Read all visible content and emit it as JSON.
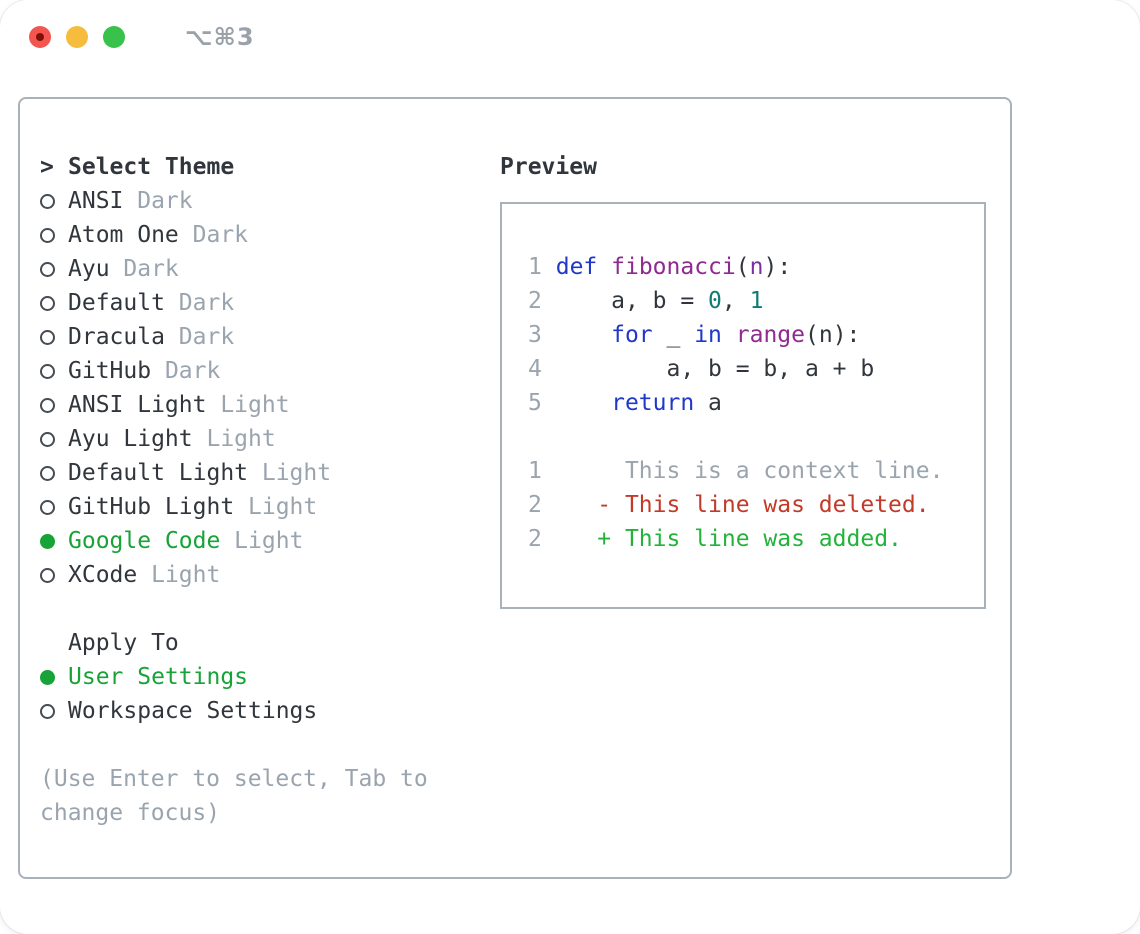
{
  "window": {
    "title": "⌥⌘3"
  },
  "theme_picker": {
    "header": {
      "prefix": ">",
      "label": "Select Theme"
    },
    "themes": [
      {
        "name": "ANSI",
        "variant": "Dark",
        "selected": false
      },
      {
        "name": "Atom One",
        "variant": "Dark",
        "selected": false
      },
      {
        "name": "Ayu",
        "variant": "Dark",
        "selected": false
      },
      {
        "name": "Default",
        "variant": "Dark",
        "selected": false
      },
      {
        "name": "Dracula",
        "variant": "Dark",
        "selected": false
      },
      {
        "name": "GitHub",
        "variant": "Dark",
        "selected": false
      },
      {
        "name": "ANSI Light",
        "variant": "Light",
        "selected": false
      },
      {
        "name": "Ayu Light",
        "variant": "Light",
        "selected": false
      },
      {
        "name": "Default Light",
        "variant": "Light",
        "selected": false
      },
      {
        "name": "GitHub Light",
        "variant": "Light",
        "selected": false
      },
      {
        "name": "Google Code",
        "variant": "Light",
        "selected": true
      },
      {
        "name": "XCode",
        "variant": "Light",
        "selected": false
      }
    ],
    "apply_to": {
      "label": "Apply To",
      "options": [
        {
          "name": "User Settings",
          "selected": true
        },
        {
          "name": "Workspace Settings",
          "selected": false
        }
      ]
    },
    "hint_lines": [
      "(Use Enter to select, Tab to",
      "change focus)"
    ]
  },
  "preview": {
    "label": "Preview",
    "code_lines": [
      {
        "num": "1",
        "tokens": [
          [
            "def",
            "kw"
          ],
          [
            " ",
            "pl"
          ],
          [
            "fibonacci",
            "fn"
          ],
          [
            "(",
            "pl"
          ],
          [
            "n",
            "pm"
          ],
          [
            "):",
            "pl"
          ]
        ]
      },
      {
        "num": "2",
        "tokens": [
          [
            "    a, b = ",
            "pl"
          ],
          [
            "0",
            "nm"
          ],
          [
            ", ",
            "pl"
          ],
          [
            "1",
            "nm"
          ]
        ]
      },
      {
        "num": "3",
        "tokens": [
          [
            "    ",
            "pl"
          ],
          [
            "for",
            "kw"
          ],
          [
            " _ ",
            "pl"
          ],
          [
            "in",
            "kw"
          ],
          [
            " ",
            "pl"
          ],
          [
            "range",
            "fn"
          ],
          [
            "(n):",
            "pl"
          ]
        ]
      },
      {
        "num": "4",
        "tokens": [
          [
            "        a, b = b, a + b",
            "pl"
          ]
        ]
      },
      {
        "num": "5",
        "tokens": [
          [
            "    ",
            "pl"
          ],
          [
            "return",
            "kw"
          ],
          [
            " a",
            "pl"
          ]
        ]
      }
    ],
    "diff_lines": [
      {
        "num": "1",
        "marker": " ",
        "text": "This is a context line.",
        "type": "context"
      },
      {
        "num": "2",
        "marker": "-",
        "text": "This line was deleted.",
        "type": "deleted"
      },
      {
        "num": "2",
        "marker": "+",
        "text": "This line was added.",
        "type": "added"
      }
    ]
  },
  "colors": {
    "text": "#31363c",
    "muted": "#9aa4ae",
    "border": "#a9b1bb",
    "accent_green": "#17a338",
    "added_green": "#23b33b",
    "deleted_red": "#c23a28",
    "keyword_blue": "#2038c8",
    "function_magenta": "#8f2a8f",
    "param_purple": "#7b2fa6",
    "number_teal": "#0e7b74",
    "traffic_red": "#f2564f",
    "traffic_red_dot": "#7d1007",
    "traffic_yellow": "#f6bc3e",
    "traffic_green": "#38c24b",
    "title_gray": "#9aa1a9"
  }
}
